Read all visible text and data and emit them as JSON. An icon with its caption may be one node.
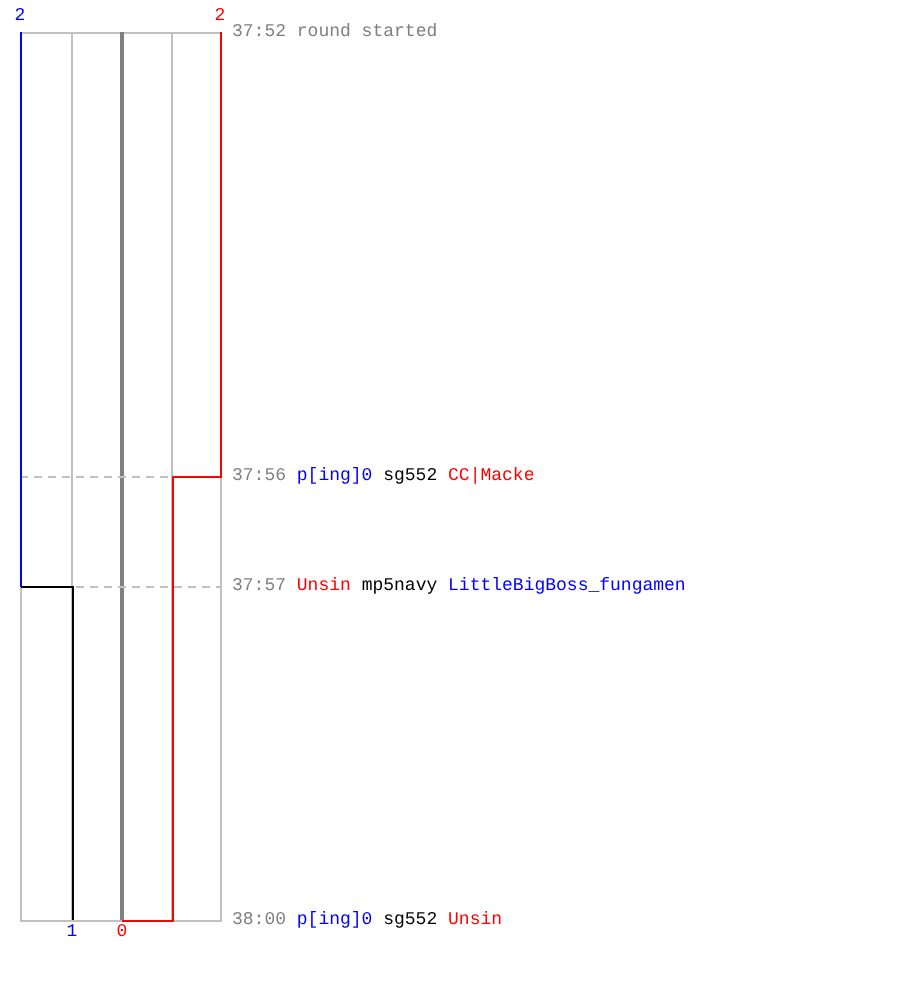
{
  "diagram": {
    "labels": [
      "2",
      "2",
      "37:52",
      "round started",
      "37:56",
      "p[ing]0",
      "sg552",
      "CC|Macke",
      "37:57",
      "Unsin",
      "mp5navy",
      "LittleBigBoss_fungamen",
      "1",
      "0",
      "38:00",
      "p[ing]0",
      "sg552",
      "Unsin"
    ]
  }
}
